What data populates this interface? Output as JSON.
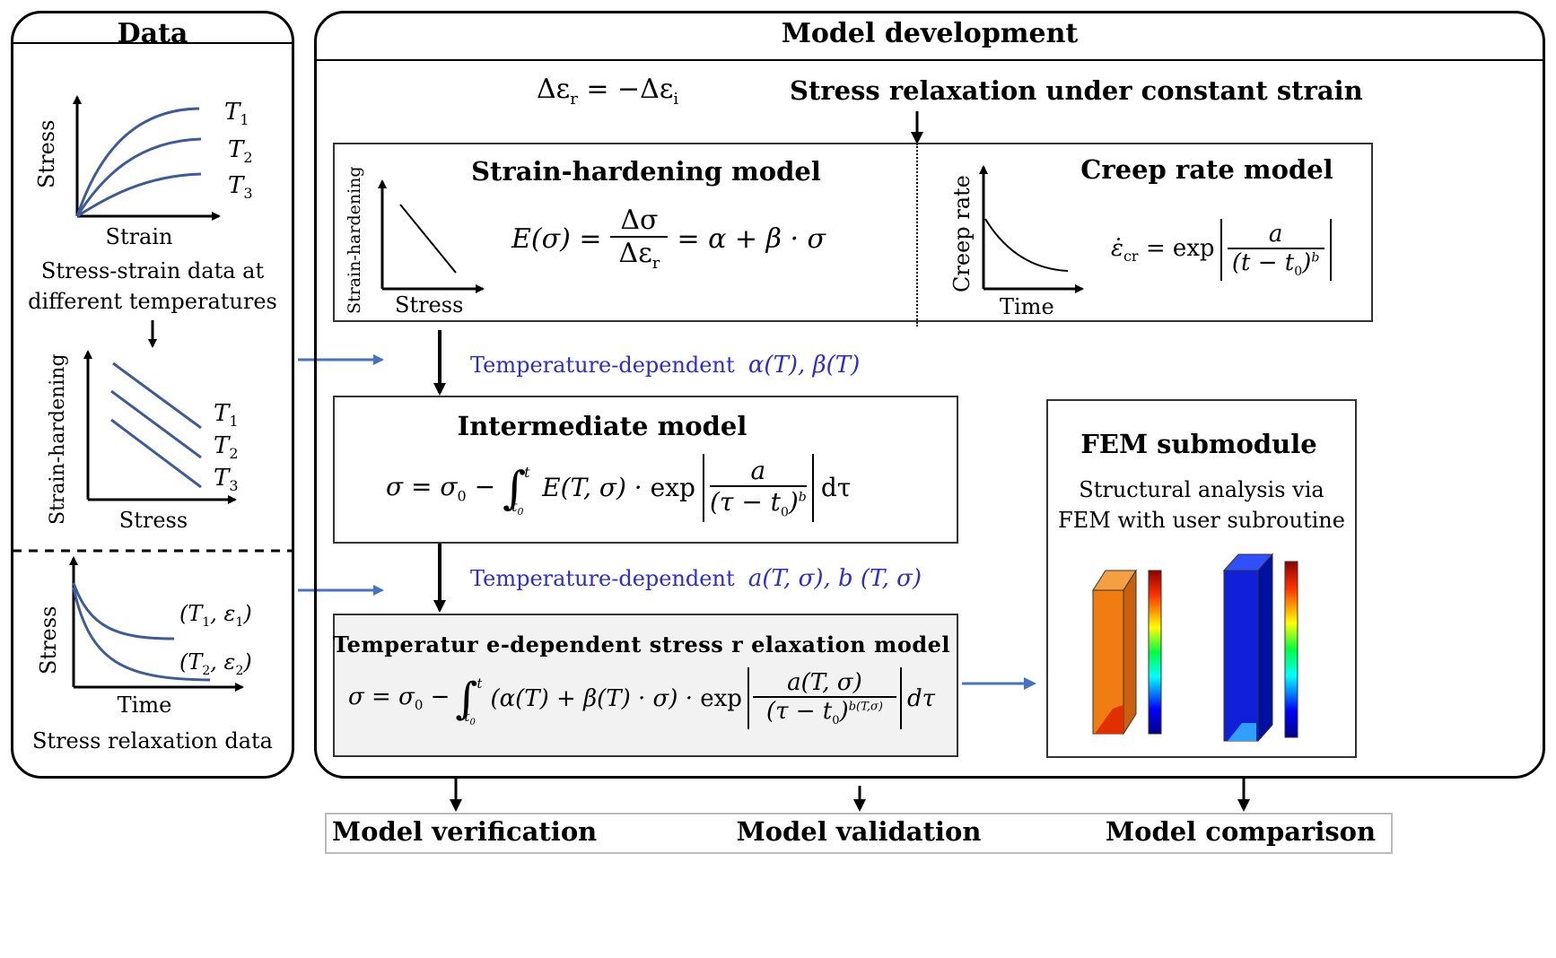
{
  "data_panel": {
    "title": "Data",
    "chart1": {
      "y_label": "Stress",
      "x_label": "Strain",
      "series": [
        "T1",
        "T2",
        "T3"
      ],
      "caption_line1": "Stress-strain data at",
      "caption_line2": "different temperatures"
    },
    "chart2": {
      "y_label": "Strain-hardening",
      "x_label": "Stress",
      "series": [
        "T1",
        "T2",
        "T3"
      ]
    },
    "chart3": {
      "y_label": "Stress",
      "x_label": "Time",
      "series": [
        "(T1, ε1)",
        "(T2, ε2)"
      ],
      "caption": "Stress relaxation data"
    }
  },
  "model_panel": {
    "title": "Model development",
    "top_equation": "Δεr = −Δεi",
    "top_heading": "Stress relaxation under constant strain",
    "strain_hardening": {
      "title": "Strain-hardening model",
      "y_label": "Strain-hardening",
      "x_label": "Stress",
      "equation_lhs": "E(σ) =",
      "equation_num": "Δσ",
      "equation_den": "Δεr",
      "equation_rhs": "= α + β · σ"
    },
    "creep_rate": {
      "title": "Creep rate model",
      "y_label": "Creep rate",
      "x_label": "Time",
      "equation_lhs": "ε̇cr = exp",
      "equation_num": "a",
      "equation_den": "(t − t0)b"
    },
    "temp_dep_1": "Temperature-dependent  α(T), β(T)",
    "intermediate": {
      "title": "Intermediate model",
      "equation_left": "σ = σ0 −",
      "equation_integrand": "E(T, σ) · exp",
      "equation_num": "a",
      "equation_den": "(τ − t0)b",
      "equation_end": "dτ"
    },
    "temp_dep_2": "Temperature-dependent  a(T, σ), b (T, σ)",
    "final": {
      "title": "Temperatur e-dependent stress r elaxation model",
      "equation_left": "σ = σ0 −",
      "equation_integrand": "(α(T) + β(T) · σ) · exp",
      "equation_num": "a(T, σ)",
      "equation_den": "(τ − t0)b(T,σ)",
      "equation_end": "dτ"
    },
    "fem": {
      "title": "FEM submodule",
      "desc_line1": "Structural analysis via",
      "desc_line2": "FEM with user subroutine"
    }
  },
  "outcomes": [
    "Model verification",
    "Model validation",
    "Model comparison"
  ],
  "colors": {
    "curve": "#3d5a99",
    "arrow_blue": "#4472c4",
    "text_blue": "#2b2bd9",
    "fem_orange": "#f07d10",
    "fem_blue": "#1020d8",
    "final_bg": "#f2f2f2"
  }
}
